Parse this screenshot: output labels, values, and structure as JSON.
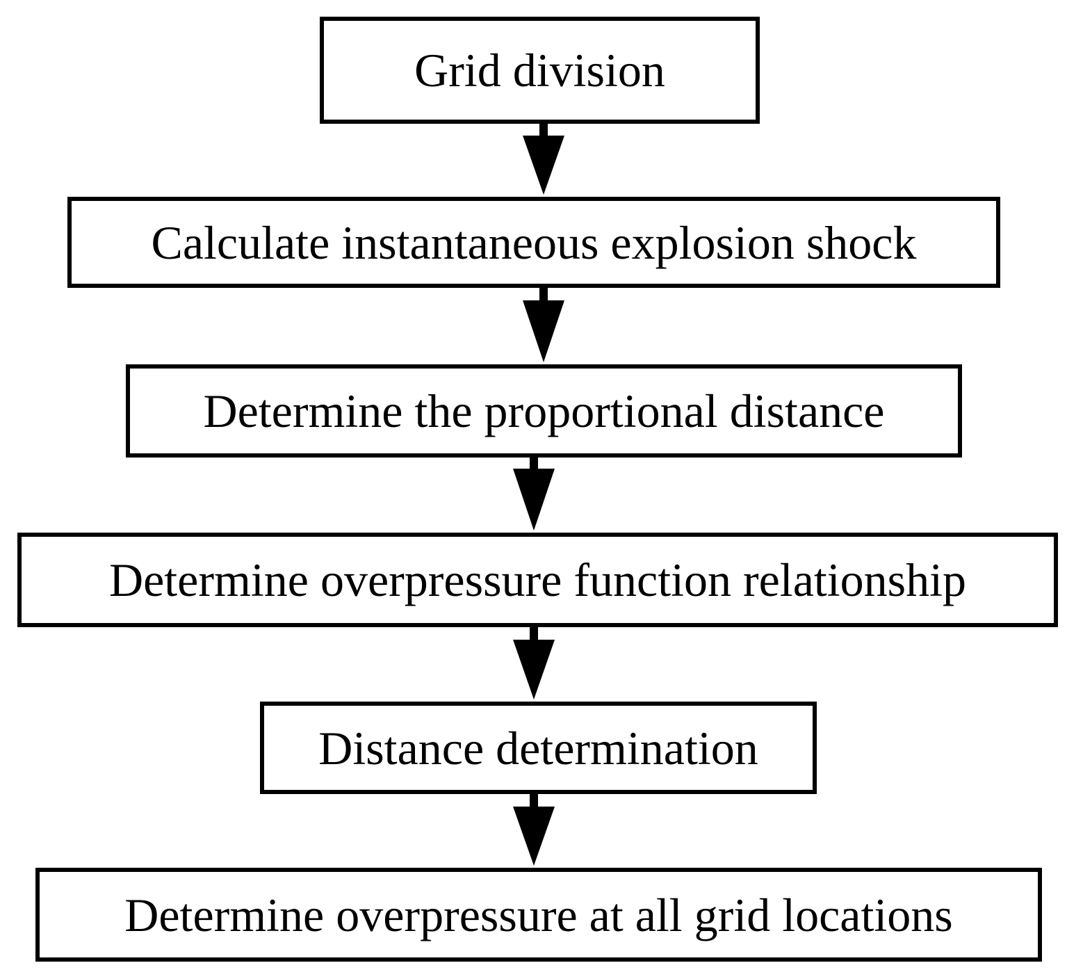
{
  "flowchart": {
    "steps": [
      {
        "label": "Grid division"
      },
      {
        "label": "Calculate instantaneous explosion shock"
      },
      {
        "label": "Determine the proportional distance"
      },
      {
        "label": "Determine overpressure function relationship"
      },
      {
        "label": "Distance determination"
      },
      {
        "label": "Determine overpressure at all grid locations"
      }
    ]
  },
  "colors": {
    "stroke": "#000000",
    "background": "#ffffff"
  }
}
